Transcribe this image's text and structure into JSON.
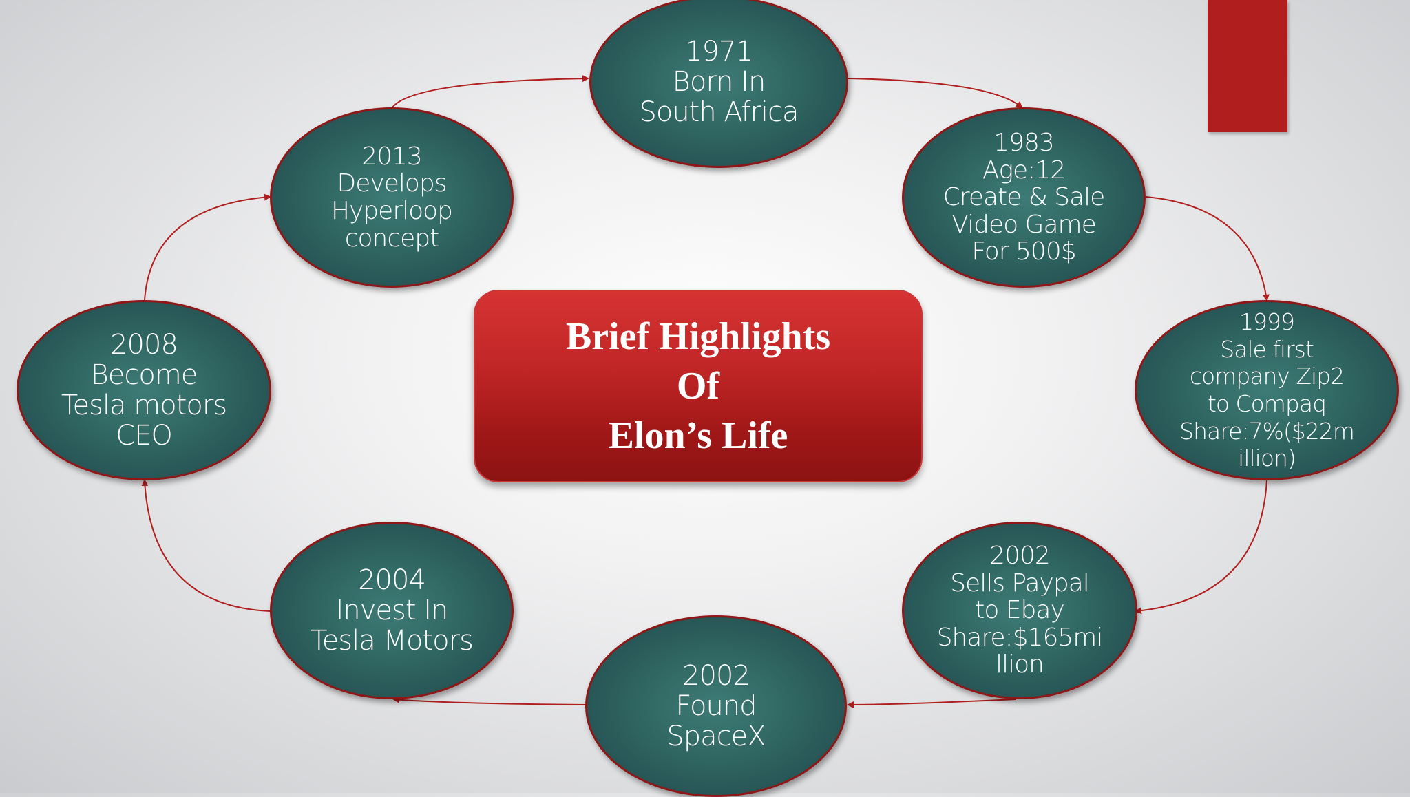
{
  "title": "Brief Highlights\nOf\nElon’s Life",
  "colors": {
    "node_fill": "#2f6561",
    "node_border": "#8f1717",
    "title_box": "#c12626",
    "connector": "#b01e1e",
    "corner_bar": "#b01e1e"
  },
  "milestones": [
    {
      "text": "1971\nBorn In\nSouth Africa"
    },
    {
      "text": "1983\nAge:12\nCreate & Sale\nVideo Game\nFor 500$"
    },
    {
      "text": "1999\nSale first\ncompany Zip2\nto Compaq\nShare:7%($22m\nillion)"
    },
    {
      "text": "2002\nSells Paypal\nto Ebay\nShare:$165mi\nllion"
    },
    {
      "text": "2002\nFound\nSpaceX"
    },
    {
      "text": "2004\nInvest In\nTesla Motors"
    },
    {
      "text": "2008\nBecome\nTesla motors\nCEO"
    },
    {
      "text": "2013\nDevelops\nHyperloop\nconcept"
    }
  ]
}
